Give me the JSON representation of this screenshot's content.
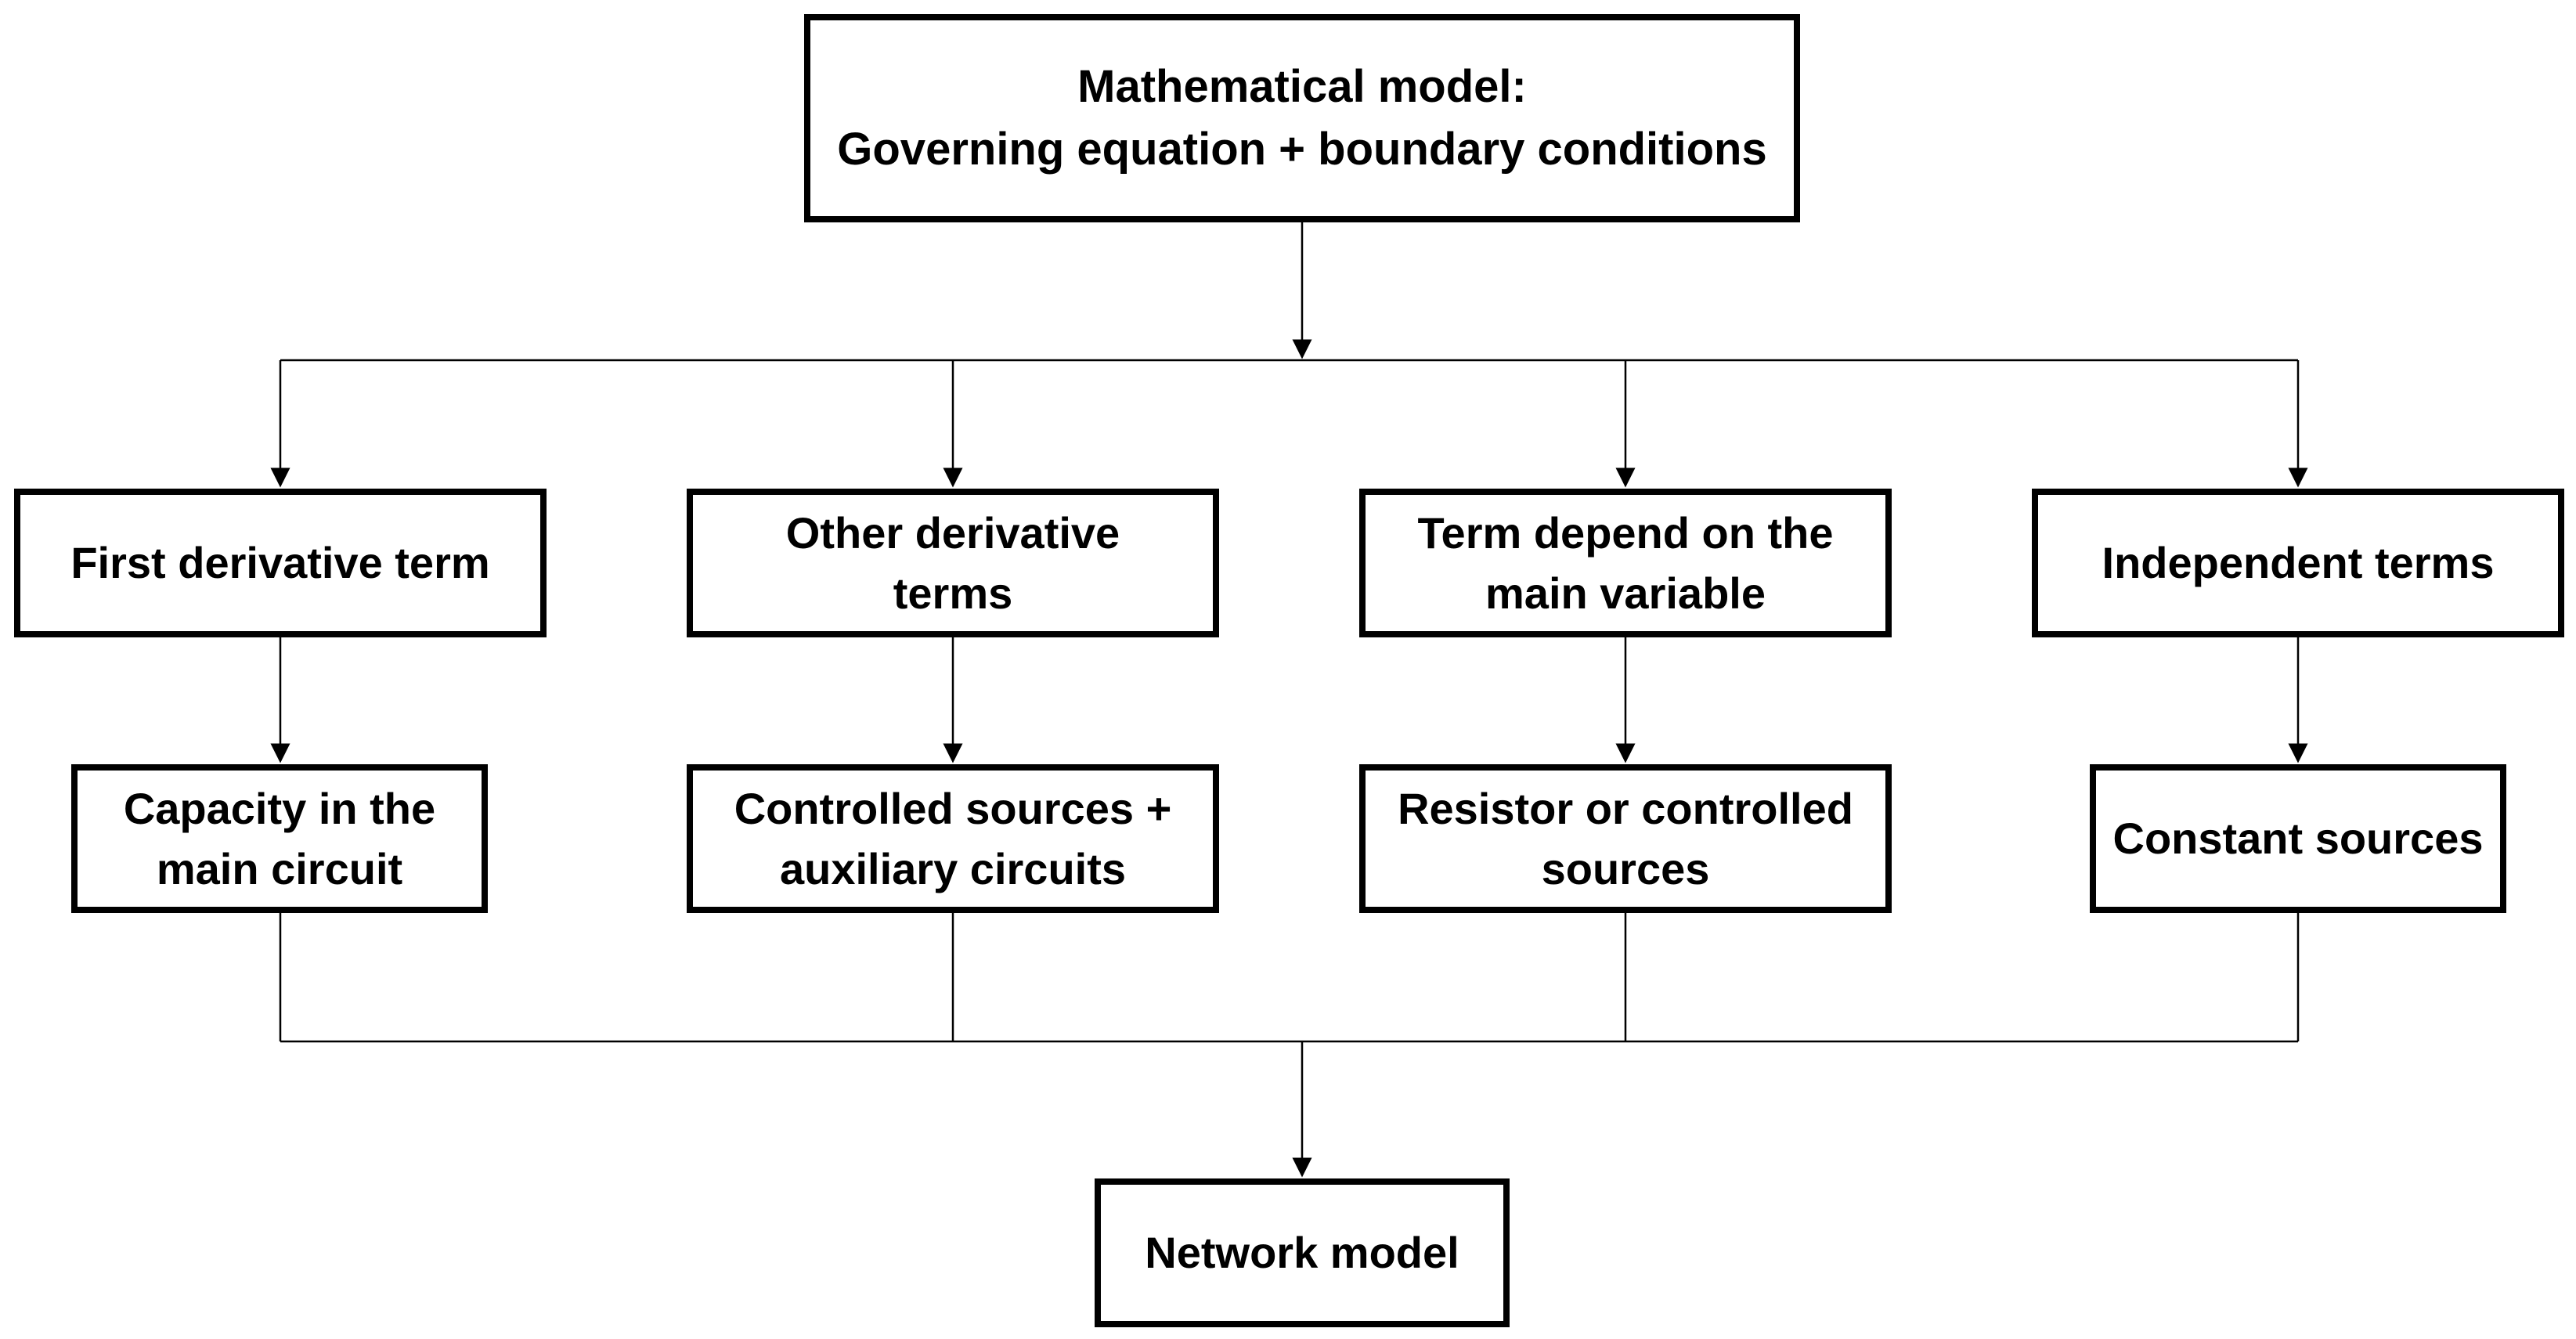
{
  "diagram": {
    "top_box": {
      "line1": "Mathematical model:",
      "line2": "Governing equation + boundary conditions"
    },
    "terms": [
      {
        "line1": "First derivative term",
        "line2": ""
      },
      {
        "line1": "Other derivative",
        "line2": "terms"
      },
      {
        "line1": "Term depend on the",
        "line2": "main variable"
      },
      {
        "line1": "Independent terms",
        "line2": ""
      }
    ],
    "components": [
      {
        "line1": "Capacity in the",
        "line2": "main circuit"
      },
      {
        "line1": "Controlled sources +",
        "line2": "auxiliary circuits"
      },
      {
        "line1": "Resistor or controlled",
        "line2": "sources"
      },
      {
        "line1": "Constant sources",
        "line2": ""
      }
    ],
    "bottom_box": {
      "label": "Network model"
    },
    "colors": {
      "border": "#000000",
      "background": "#ffffff",
      "text": "#000000"
    }
  }
}
